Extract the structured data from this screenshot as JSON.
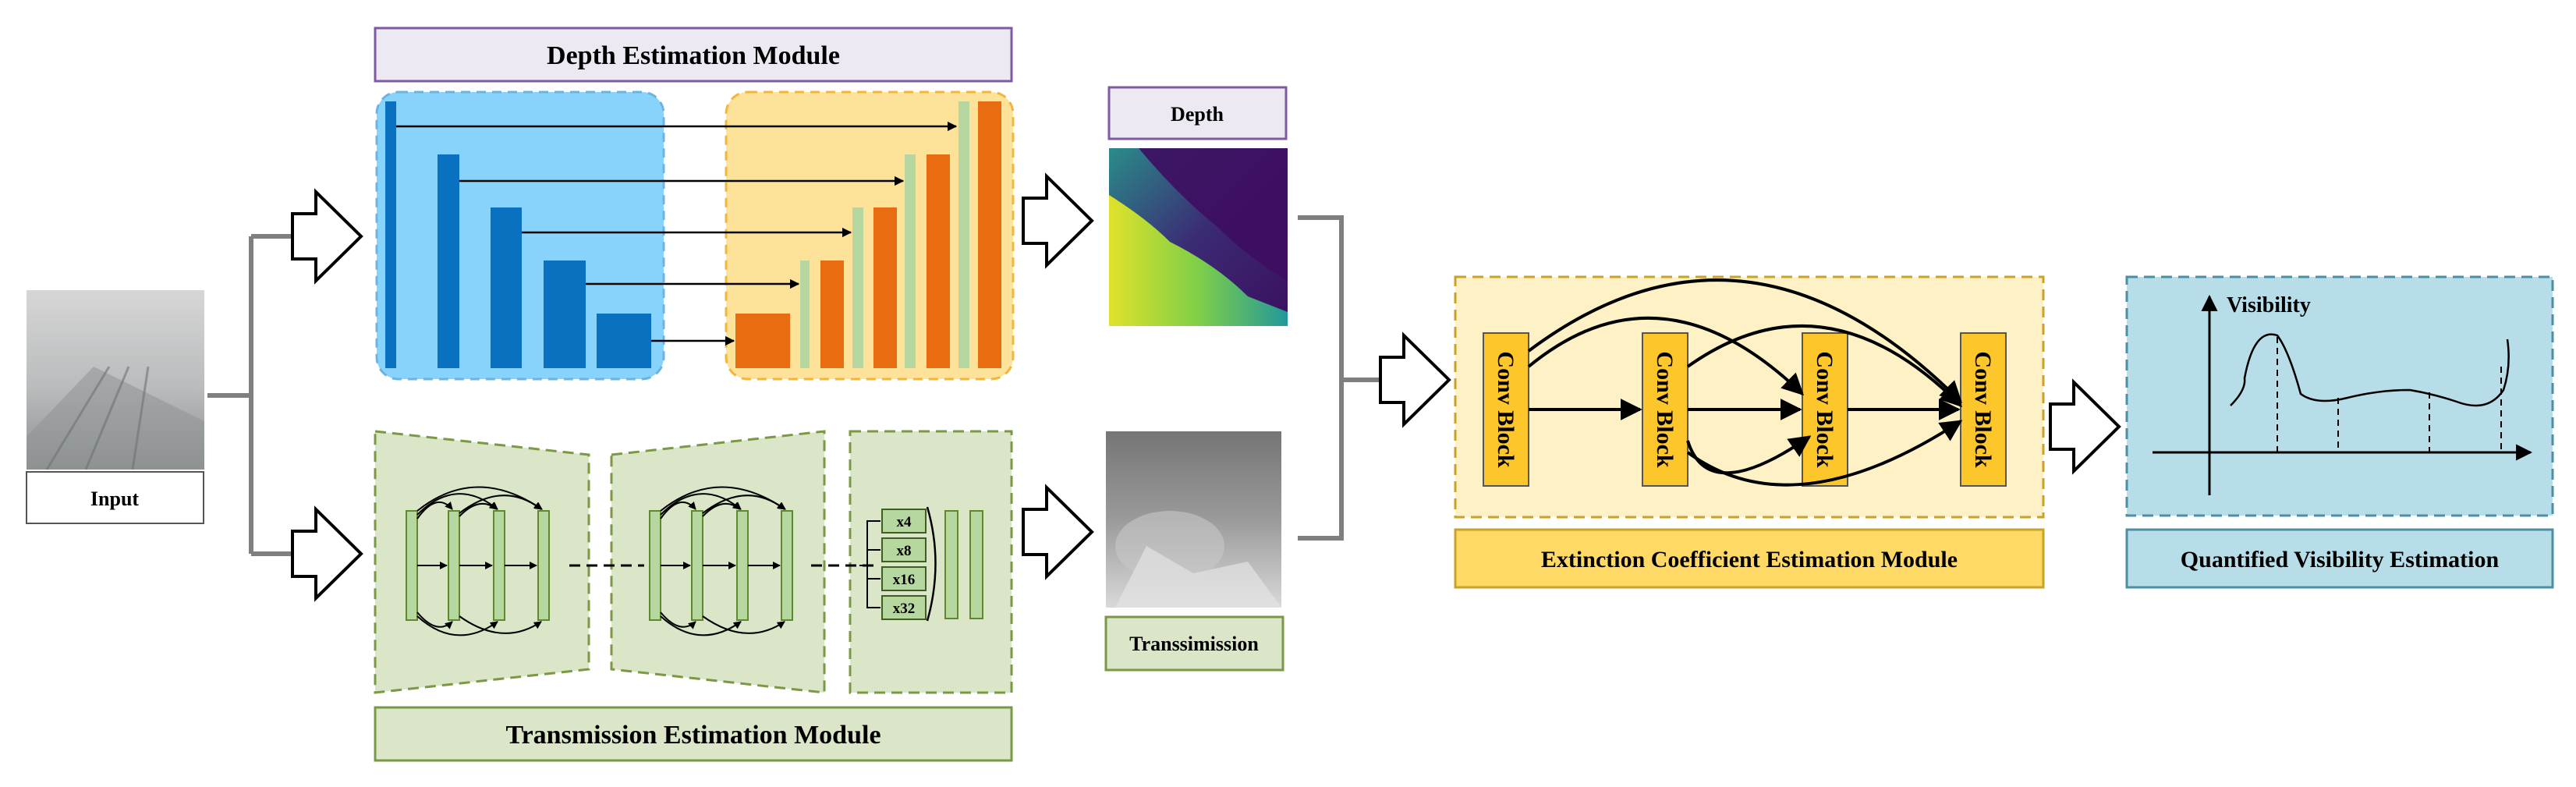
{
  "input": {
    "label": "Input"
  },
  "depth_module": {
    "title": "Depth Estimation Module"
  },
  "depth_output": {
    "label": "Depth"
  },
  "transmission_module": {
    "title": "Transmission Estimation Module",
    "scales": [
      "x4",
      "x8",
      "x16",
      "x32"
    ]
  },
  "transmission_output": {
    "label": "Transsimission"
  },
  "extinction_module": {
    "title": "Extinction Coefficient Estimation Module",
    "blocks": [
      "Conv Block",
      "Conv Block",
      "Conv Block",
      "Conv Block"
    ]
  },
  "visibility_module": {
    "title": "Quantified Visibility Estimation",
    "axis_label": "Visibility"
  },
  "colors": {
    "encoder_panel": "#87d3fb",
    "encoder_bar": "#0a71c0",
    "decoder_panel": "#fde39a",
    "decoder_bar": "#e96d10",
    "skip_bar": "#b6d7a0",
    "transmission_panel": "#dbe6c8",
    "transmission_border": "#7a9944",
    "extinction_panel": "#fef1c6",
    "conv_block": "#fdc72c",
    "visibility_panel": "#b6dde8",
    "visibility_border": "#4c8ea4",
    "depth_title_border": "#7d5aa3",
    "depth_title_fill": "#ece9f3"
  }
}
